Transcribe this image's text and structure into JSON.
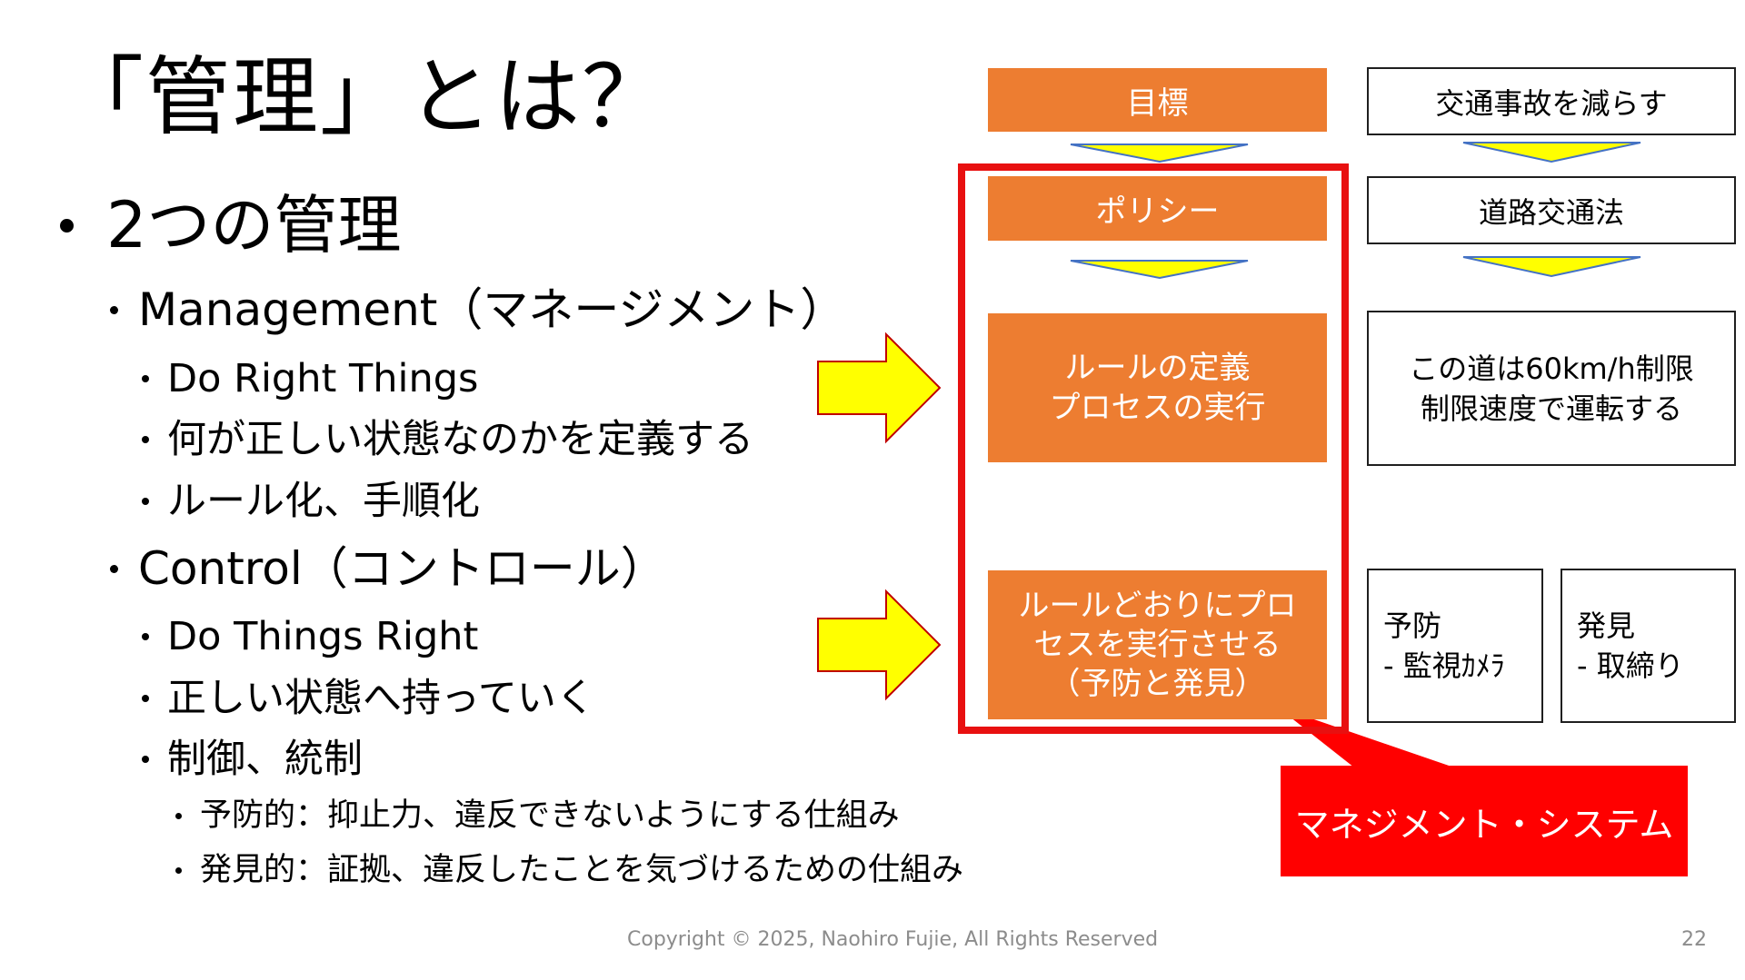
{
  "slide": {
    "title": "「管理」とは？",
    "bullets": {
      "main": "2つの管理",
      "management": "Management（マネージメント）",
      "management_items": [
        "Do Right Things",
        "何が正しい状態なのかを定義する",
        "ルール化、手順化"
      ],
      "control": "Control（コントロール）",
      "control_items": [
        "Do Things Right",
        "正しい状態へ持っていく",
        "制御、統制"
      ],
      "control_sub_items": [
        "予防的：抑止力、違反できないようにする仕組み",
        "発見的：証拠、違反したことを気づけるための仕組み"
      ]
    },
    "diagram": {
      "left": {
        "goal": "目標",
        "policy": "ポリシー",
        "rules": "ルールの定義\nプロセスの実行",
        "execute": "ルールどおりにプロ\nセスを実行させる\n（予防と発見）"
      },
      "right": {
        "goal": "交通事故を減らす",
        "policy": "道路交通法",
        "rules": "この道は60km/h制限\n制限速度で運転する",
        "prevent": "予防\n- 監視ｶﾒﾗ",
        "detect": "発見\n- 取締り"
      },
      "callout": "マネジメント・システム"
    },
    "footer": {
      "copyright": "Copyright © 2025, Naohiro Fujie, All Rights Reserved",
      "page_number": "22"
    },
    "colors": {
      "orange": "#ED7D31",
      "red": "#FF0000",
      "arrow_yellow": "#FFFF00",
      "arrow_outline": "#C00000"
    }
  }
}
